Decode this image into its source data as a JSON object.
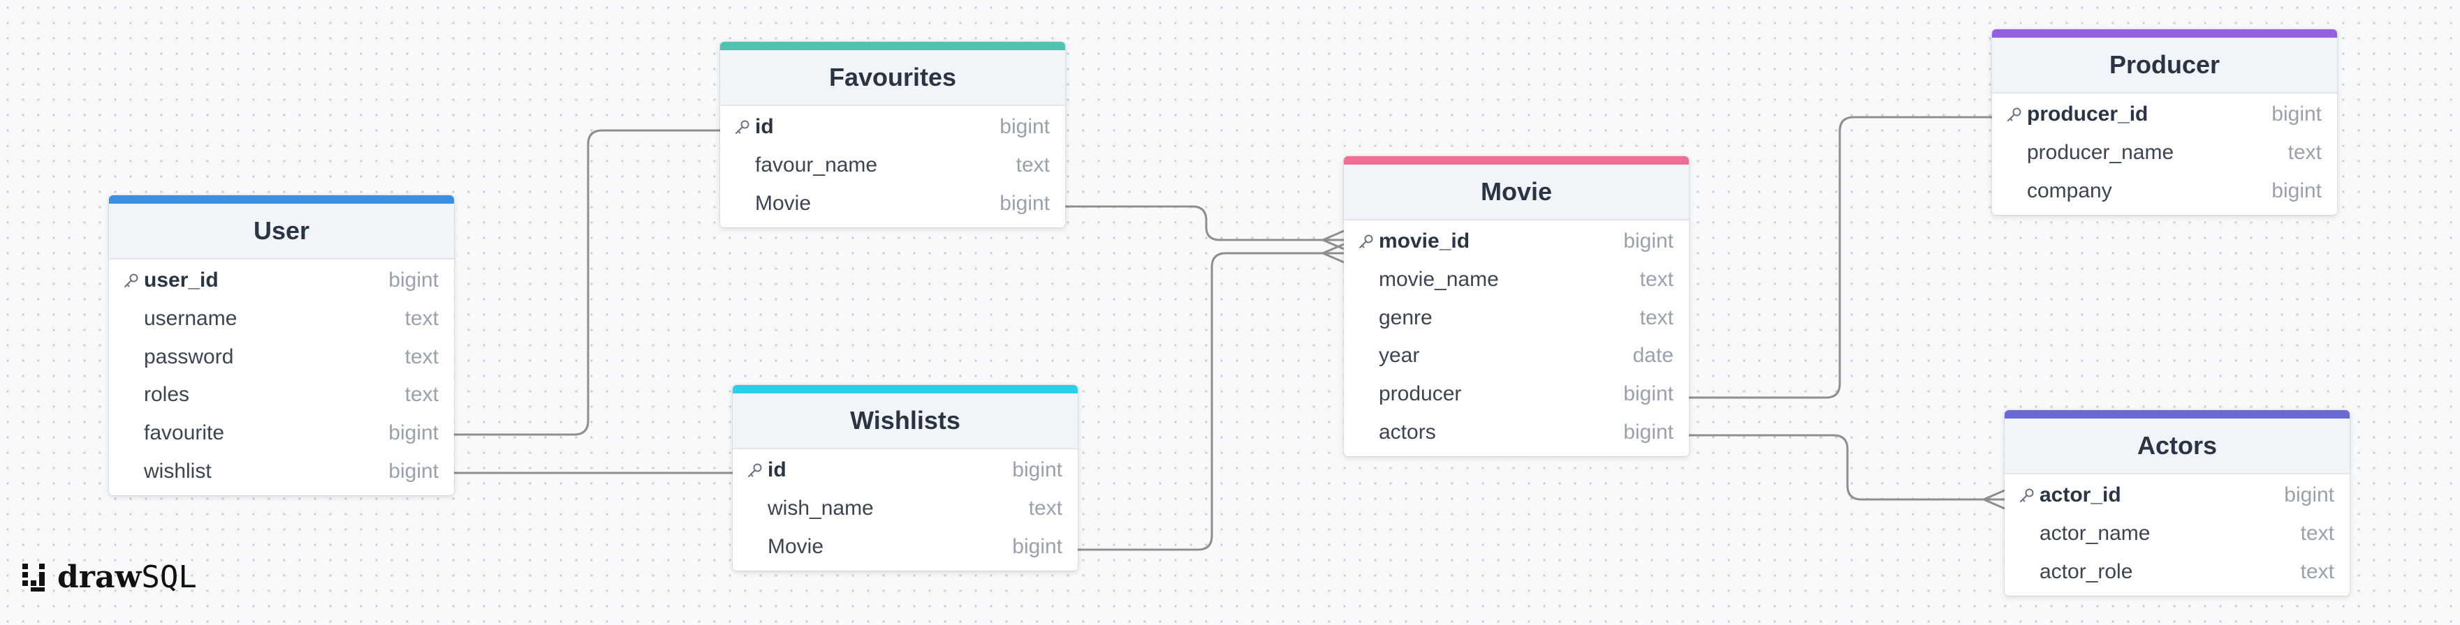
{
  "brand": {
    "part1": "draw",
    "part2": "SQL"
  },
  "tables": {
    "user": {
      "name": "User",
      "color": "#3b8fe0",
      "columns": [
        {
          "name": "user_id",
          "type": "bigint",
          "pk": true
        },
        {
          "name": "username",
          "type": "text"
        },
        {
          "name": "password",
          "type": "text"
        },
        {
          "name": "roles",
          "type": "text"
        },
        {
          "name": "favourite",
          "type": "bigint"
        },
        {
          "name": "wishlist",
          "type": "bigint"
        }
      ]
    },
    "favourites": {
      "name": "Favourites",
      "color": "#4dc3b0",
      "columns": [
        {
          "name": "id",
          "type": "bigint",
          "pk": true
        },
        {
          "name": "favour_name",
          "type": "text"
        },
        {
          "name": "Movie",
          "type": "bigint"
        }
      ]
    },
    "wishlists": {
      "name": "Wishlists",
      "color": "#2ccde6",
      "columns": [
        {
          "name": "id",
          "type": "bigint",
          "pk": true
        },
        {
          "name": "wish_name",
          "type": "text"
        },
        {
          "name": "Movie",
          "type": "bigint"
        }
      ]
    },
    "movie": {
      "name": "Movie",
      "color": "#f06e94",
      "columns": [
        {
          "name": "movie_id",
          "type": "bigint",
          "pk": true
        },
        {
          "name": "movie_name",
          "type": "text"
        },
        {
          "name": "genre",
          "type": "text"
        },
        {
          "name": "year",
          "type": "date"
        },
        {
          "name": "producer",
          "type": "bigint"
        },
        {
          "name": "actors",
          "type": "bigint"
        }
      ]
    },
    "producer": {
      "name": "Producer",
      "color": "#9360e2",
      "columns": [
        {
          "name": "producer_id",
          "type": "bigint",
          "pk": true
        },
        {
          "name": "producer_name",
          "type": "text"
        },
        {
          "name": "company",
          "type": "bigint"
        }
      ]
    },
    "actors": {
      "name": "Actors",
      "color": "#6a67d6",
      "columns": [
        {
          "name": "actor_id",
          "type": "bigint",
          "pk": true
        },
        {
          "name": "actor_name",
          "type": "text"
        },
        {
          "name": "actor_role",
          "type": "text"
        }
      ]
    }
  },
  "relationships": [
    {
      "from": "User.favourite",
      "to": "Favourites.id"
    },
    {
      "from": "User.wishlist",
      "to": "Wishlists.id"
    },
    {
      "from": "Favourites.Movie",
      "to": "Movie.movie_id"
    },
    {
      "from": "Wishlists.Movie",
      "to": "Movie.movie_id"
    },
    {
      "from": "Movie.producer",
      "to": "Producer.producer_id"
    },
    {
      "from": "Movie.actors",
      "to": "Actors.actor_id"
    }
  ]
}
